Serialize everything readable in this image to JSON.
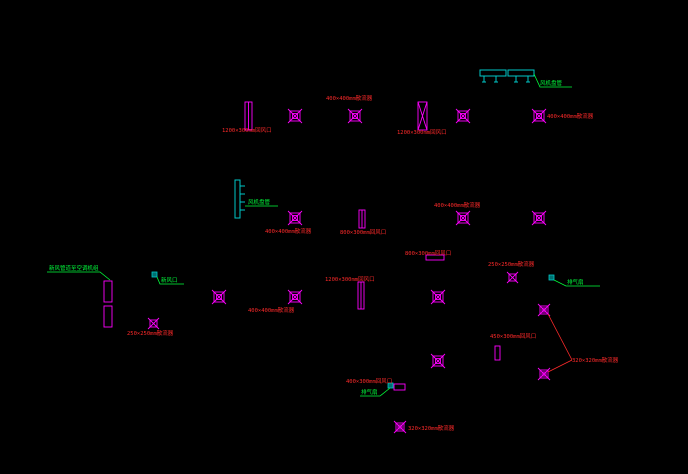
{
  "colors": {
    "background": "#000000",
    "magenta": "#ff00ff",
    "red": "#ff2a2a",
    "green": "#00ff3c",
    "cyan": "#00c8c8"
  },
  "labels": {
    "l1": "400×400mm散流器",
    "l2": "1200×300mm回风口",
    "l3": "1200×300mm回风口",
    "l4": "400×400mm散流器",
    "l5": "400×400mm散流器",
    "l6": "400×400mm散流器",
    "l7": "800×300mm回风口",
    "l8": "800×300mm回风口",
    "l9": "1200×300mm回风口",
    "l10": "250×250mm散流器",
    "l11": "400×400mm散流器",
    "l12": "250×250mm散流器",
    "l13": "450×300mm回风口",
    "l14": "320×320mm散流器",
    "l15": "400×300mm回风口",
    "l16": "320×320mm散流器"
  },
  "green_labels": {
    "g1": "风机盘管",
    "g2": "风机盘管",
    "g3": "新风管道至空调机组",
    "g4": "新风口",
    "g5": "排气扇",
    "g6": "排气扇"
  }
}
